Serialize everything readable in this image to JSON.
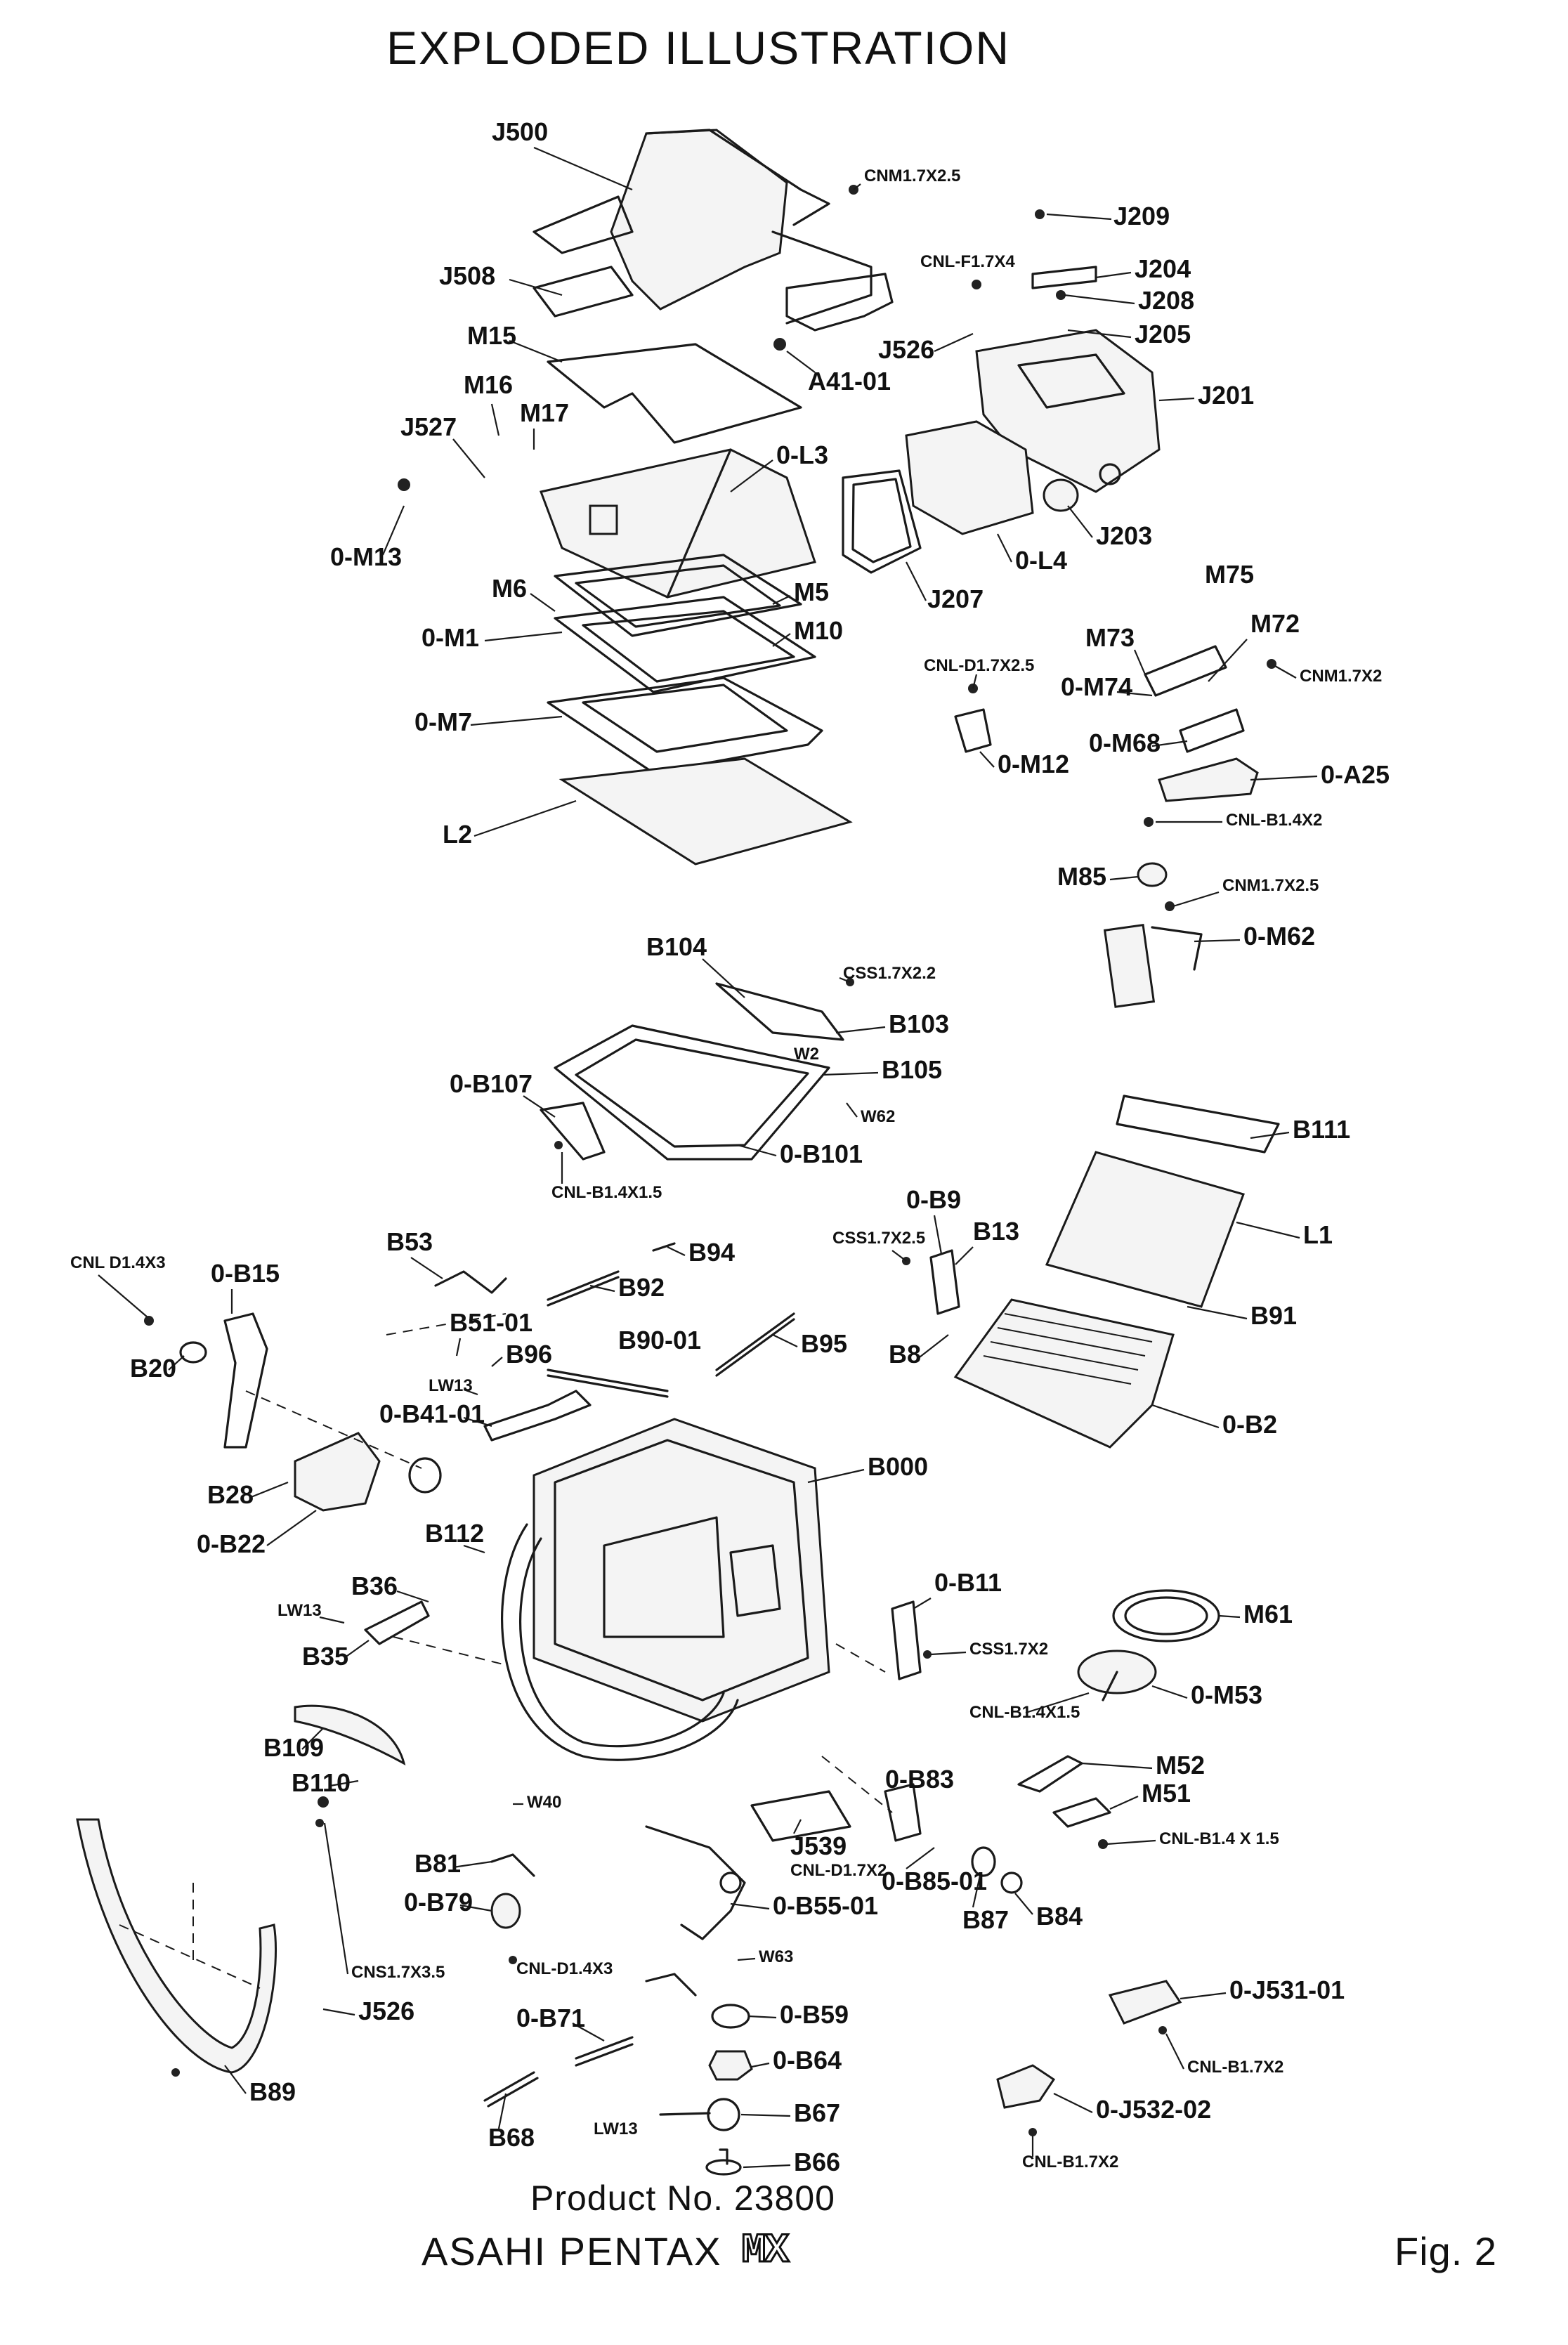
{
  "title": "EXPLODED ILLUSTRATION",
  "footer": {
    "product_no": "Product No. 23800",
    "maker": "ASAHI PENTAX",
    "model_logo": "MX",
    "figure": "Fig. 2"
  },
  "labels": [
    {
      "id": "J500",
      "text": "J500"
    },
    {
      "id": "CNM17X25-a",
      "text": "CNM1.7X2.5"
    },
    {
      "id": "J209",
      "text": "J209"
    },
    {
      "id": "J204",
      "text": "J204"
    },
    {
      "id": "CNL-F17X4",
      "text": "CNL-F1.7X4"
    },
    {
      "id": "J208",
      "text": "J208"
    },
    {
      "id": "J508",
      "text": "J508"
    },
    {
      "id": "J205",
      "text": "J205"
    },
    {
      "id": "J526-a",
      "text": "J526"
    },
    {
      "id": "M15",
      "text": "M15"
    },
    {
      "id": "A41-01",
      "text": "A41-01"
    },
    {
      "id": "J201",
      "text": "J201"
    },
    {
      "id": "M16",
      "text": "M16"
    },
    {
      "id": "M17",
      "text": "M17"
    },
    {
      "id": "J527",
      "text": "J527"
    },
    {
      "id": "0-L3",
      "text": "0-L3"
    },
    {
      "id": "0-M13",
      "text": "0-M13"
    },
    {
      "id": "J203",
      "text": "J203"
    },
    {
      "id": "0-L4",
      "text": "0-L4"
    },
    {
      "id": "M6",
      "text": "M6"
    },
    {
      "id": "M5",
      "text": "M5"
    },
    {
      "id": "J207",
      "text": "J207"
    },
    {
      "id": "M75",
      "text": "M75"
    },
    {
      "id": "0-M1",
      "text": "0-M1"
    },
    {
      "id": "M10",
      "text": "M10"
    },
    {
      "id": "M73",
      "text": "M73"
    },
    {
      "id": "M72",
      "text": "M72"
    },
    {
      "id": "CNL-D17X25",
      "text": "CNL-D1.7X2.5"
    },
    {
      "id": "0-M74",
      "text": "0-M74"
    },
    {
      "id": "CNM17X2",
      "text": "CNM1.7X2"
    },
    {
      "id": "0-M7",
      "text": "0-M7"
    },
    {
      "id": "0-M68",
      "text": "0-M68"
    },
    {
      "id": "0-M12",
      "text": "0-M12"
    },
    {
      "id": "0-A25",
      "text": "0-A25"
    },
    {
      "id": "L2",
      "text": "L2"
    },
    {
      "id": "CNL-B14X2",
      "text": "CNL-B1.4X2"
    },
    {
      "id": "M85",
      "text": "M85"
    },
    {
      "id": "CNM17X25-b",
      "text": "CNM1.7X2.5"
    },
    {
      "id": "0-M62",
      "text": "0-M62"
    },
    {
      "id": "B104",
      "text": "B104"
    },
    {
      "id": "CSS17X22",
      "text": "CSS1.7X2.2"
    },
    {
      "id": "B103",
      "text": "B103"
    },
    {
      "id": "W2",
      "text": "W2"
    },
    {
      "id": "B105",
      "text": "B105"
    },
    {
      "id": "0-B107",
      "text": "0-B107"
    },
    {
      "id": "W62",
      "text": "W62"
    },
    {
      "id": "0-B101",
      "text": "0-B101"
    },
    {
      "id": "CNL-B14X15-a",
      "text": "CNL-B1.4X1.5"
    },
    {
      "id": "B111",
      "text": "B111"
    },
    {
      "id": "0-B9",
      "text": "0-B9"
    },
    {
      "id": "CSS17X25",
      "text": "CSS1.7X2.5"
    },
    {
      "id": "B13",
      "text": "B13"
    },
    {
      "id": "L1",
      "text": "L1"
    },
    {
      "id": "CNL-D14X3-a",
      "text": "CNL D1.4X3"
    },
    {
      "id": "0-B15",
      "text": "0-B15"
    },
    {
      "id": "B53",
      "text": "B53"
    },
    {
      "id": "B94",
      "text": "B94"
    },
    {
      "id": "B92",
      "text": "B92"
    },
    {
      "id": "B91",
      "text": "B91"
    },
    {
      "id": "B51-01",
      "text": "B51-01"
    },
    {
      "id": "B90-01",
      "text": "B90-01"
    },
    {
      "id": "B95",
      "text": "B95"
    },
    {
      "id": "B8",
      "text": "B8"
    },
    {
      "id": "B20",
      "text": "B20"
    },
    {
      "id": "B96",
      "text": "B96"
    },
    {
      "id": "LW13-a",
      "text": "LW13"
    },
    {
      "id": "0-B41-01",
      "text": "0-B41-01"
    },
    {
      "id": "0-B2",
      "text": "0-B2"
    },
    {
      "id": "B000",
      "text": "B000"
    },
    {
      "id": "B28",
      "text": "B28"
    },
    {
      "id": "0-B22",
      "text": "0-B22"
    },
    {
      "id": "B112",
      "text": "B112"
    },
    {
      "id": "0-B11",
      "text": "0-B11"
    },
    {
      "id": "B36",
      "text": "B36"
    },
    {
      "id": "M61",
      "text": "M61"
    },
    {
      "id": "LW13-b",
      "text": "LW13"
    },
    {
      "id": "CSS17X2",
      "text": "CSS1.7X2"
    },
    {
      "id": "B35",
      "text": "B35"
    },
    {
      "id": "CNL-B14X15-b",
      "text": "CNL-B1.4X1.5"
    },
    {
      "id": "0-M53",
      "text": "0-M53"
    },
    {
      "id": "B109",
      "text": "B109"
    },
    {
      "id": "M52",
      "text": "M52"
    },
    {
      "id": "B110",
      "text": "B110"
    },
    {
      "id": "0-B83",
      "text": "0-B83"
    },
    {
      "id": "M51",
      "text": "M51"
    },
    {
      "id": "W40",
      "text": "W40"
    },
    {
      "id": "CNL-B14X15-c",
      "text": "CNL-B1.4 X 1.5"
    },
    {
      "id": "J539",
      "text": "J539"
    },
    {
      "id": "B81",
      "text": "B81"
    },
    {
      "id": "CNL-D17X2",
      "text": "CNL-D1.7X2"
    },
    {
      "id": "0-B85-01",
      "text": "0-B85-01"
    },
    {
      "id": "0-B79",
      "text": "0-B79"
    },
    {
      "id": "0-B55-01",
      "text": "0-B55-01"
    },
    {
      "id": "B87",
      "text": "B87"
    },
    {
      "id": "B84",
      "text": "B84"
    },
    {
      "id": "CNL-D14X3-b",
      "text": "CNL-D1.4X3"
    },
    {
      "id": "W63",
      "text": "W63"
    },
    {
      "id": "CNS17X35",
      "text": "CNS1.7X3.5"
    },
    {
      "id": "0-J531-01",
      "text": "0-J531-01"
    },
    {
      "id": "J526-b",
      "text": "J526"
    },
    {
      "id": "0-B59",
      "text": "0-B59"
    },
    {
      "id": "0-B71",
      "text": "0-B71"
    },
    {
      "id": "0-B64",
      "text": "0-B64"
    },
    {
      "id": "CNL-B17X2-a",
      "text": "CNL-B1.7X2"
    },
    {
      "id": "B89",
      "text": "B89"
    },
    {
      "id": "B68",
      "text": "B68"
    },
    {
      "id": "LW13-c",
      "text": "LW13"
    },
    {
      "id": "B67",
      "text": "B67"
    },
    {
      "id": "0-J532-02",
      "text": "0-J532-02"
    },
    {
      "id": "CNL-B17X2-b",
      "text": "CNL-B1.7X2"
    },
    {
      "id": "B66",
      "text": "B66"
    }
  ]
}
